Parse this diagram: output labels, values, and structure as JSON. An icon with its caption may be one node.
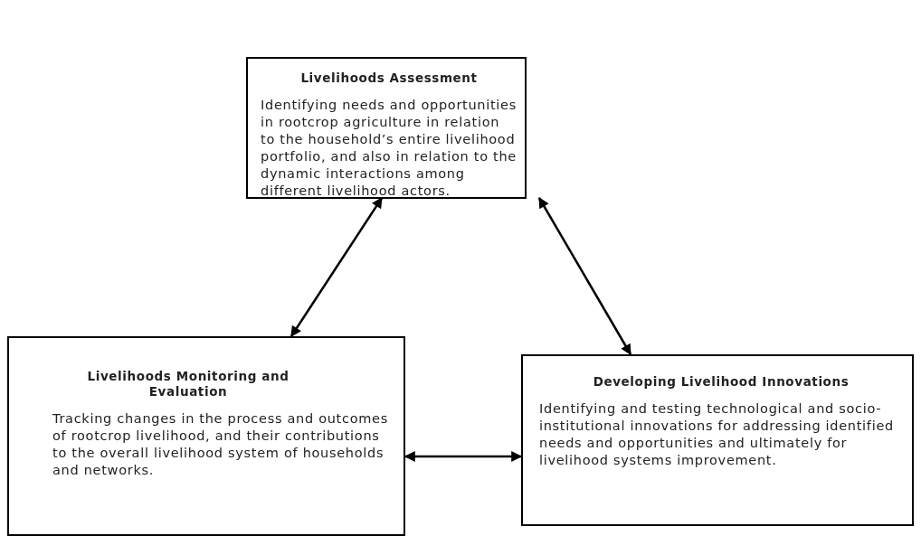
{
  "diagram": {
    "nodes": [
      {
        "text": [
          "Livelihoods Assessment",
          "Identifying needs and opportunities in rootcrop agriculture in relation to the household’s entire livelihood portfolio, and also in relation to the dynamic interactions among different livelihood actors."
        ]
      },
      {
        "text": [
          "Livelihoods Monitoring and Evaluation",
          "Tracking changes in the process and outcomes of rootcrop livelihood, and their contributions to the overall livelihood system of households and networks."
        ]
      },
      {
        "text": [
          "Developing Livelihood Innovations",
          "Identifying and testing technological and socio-institutional innovations for addressing identified needs and opportunities and ultimately for livelihood systems improvement."
        ]
      }
    ],
    "edges": [
      {
        "from": 1,
        "to": 0,
        "arrow": "both"
      },
      {
        "from": 0,
        "to": 2,
        "arrow": "both"
      },
      {
        "from": 1,
        "to": 2,
        "arrow": "both"
      }
    ]
  }
}
